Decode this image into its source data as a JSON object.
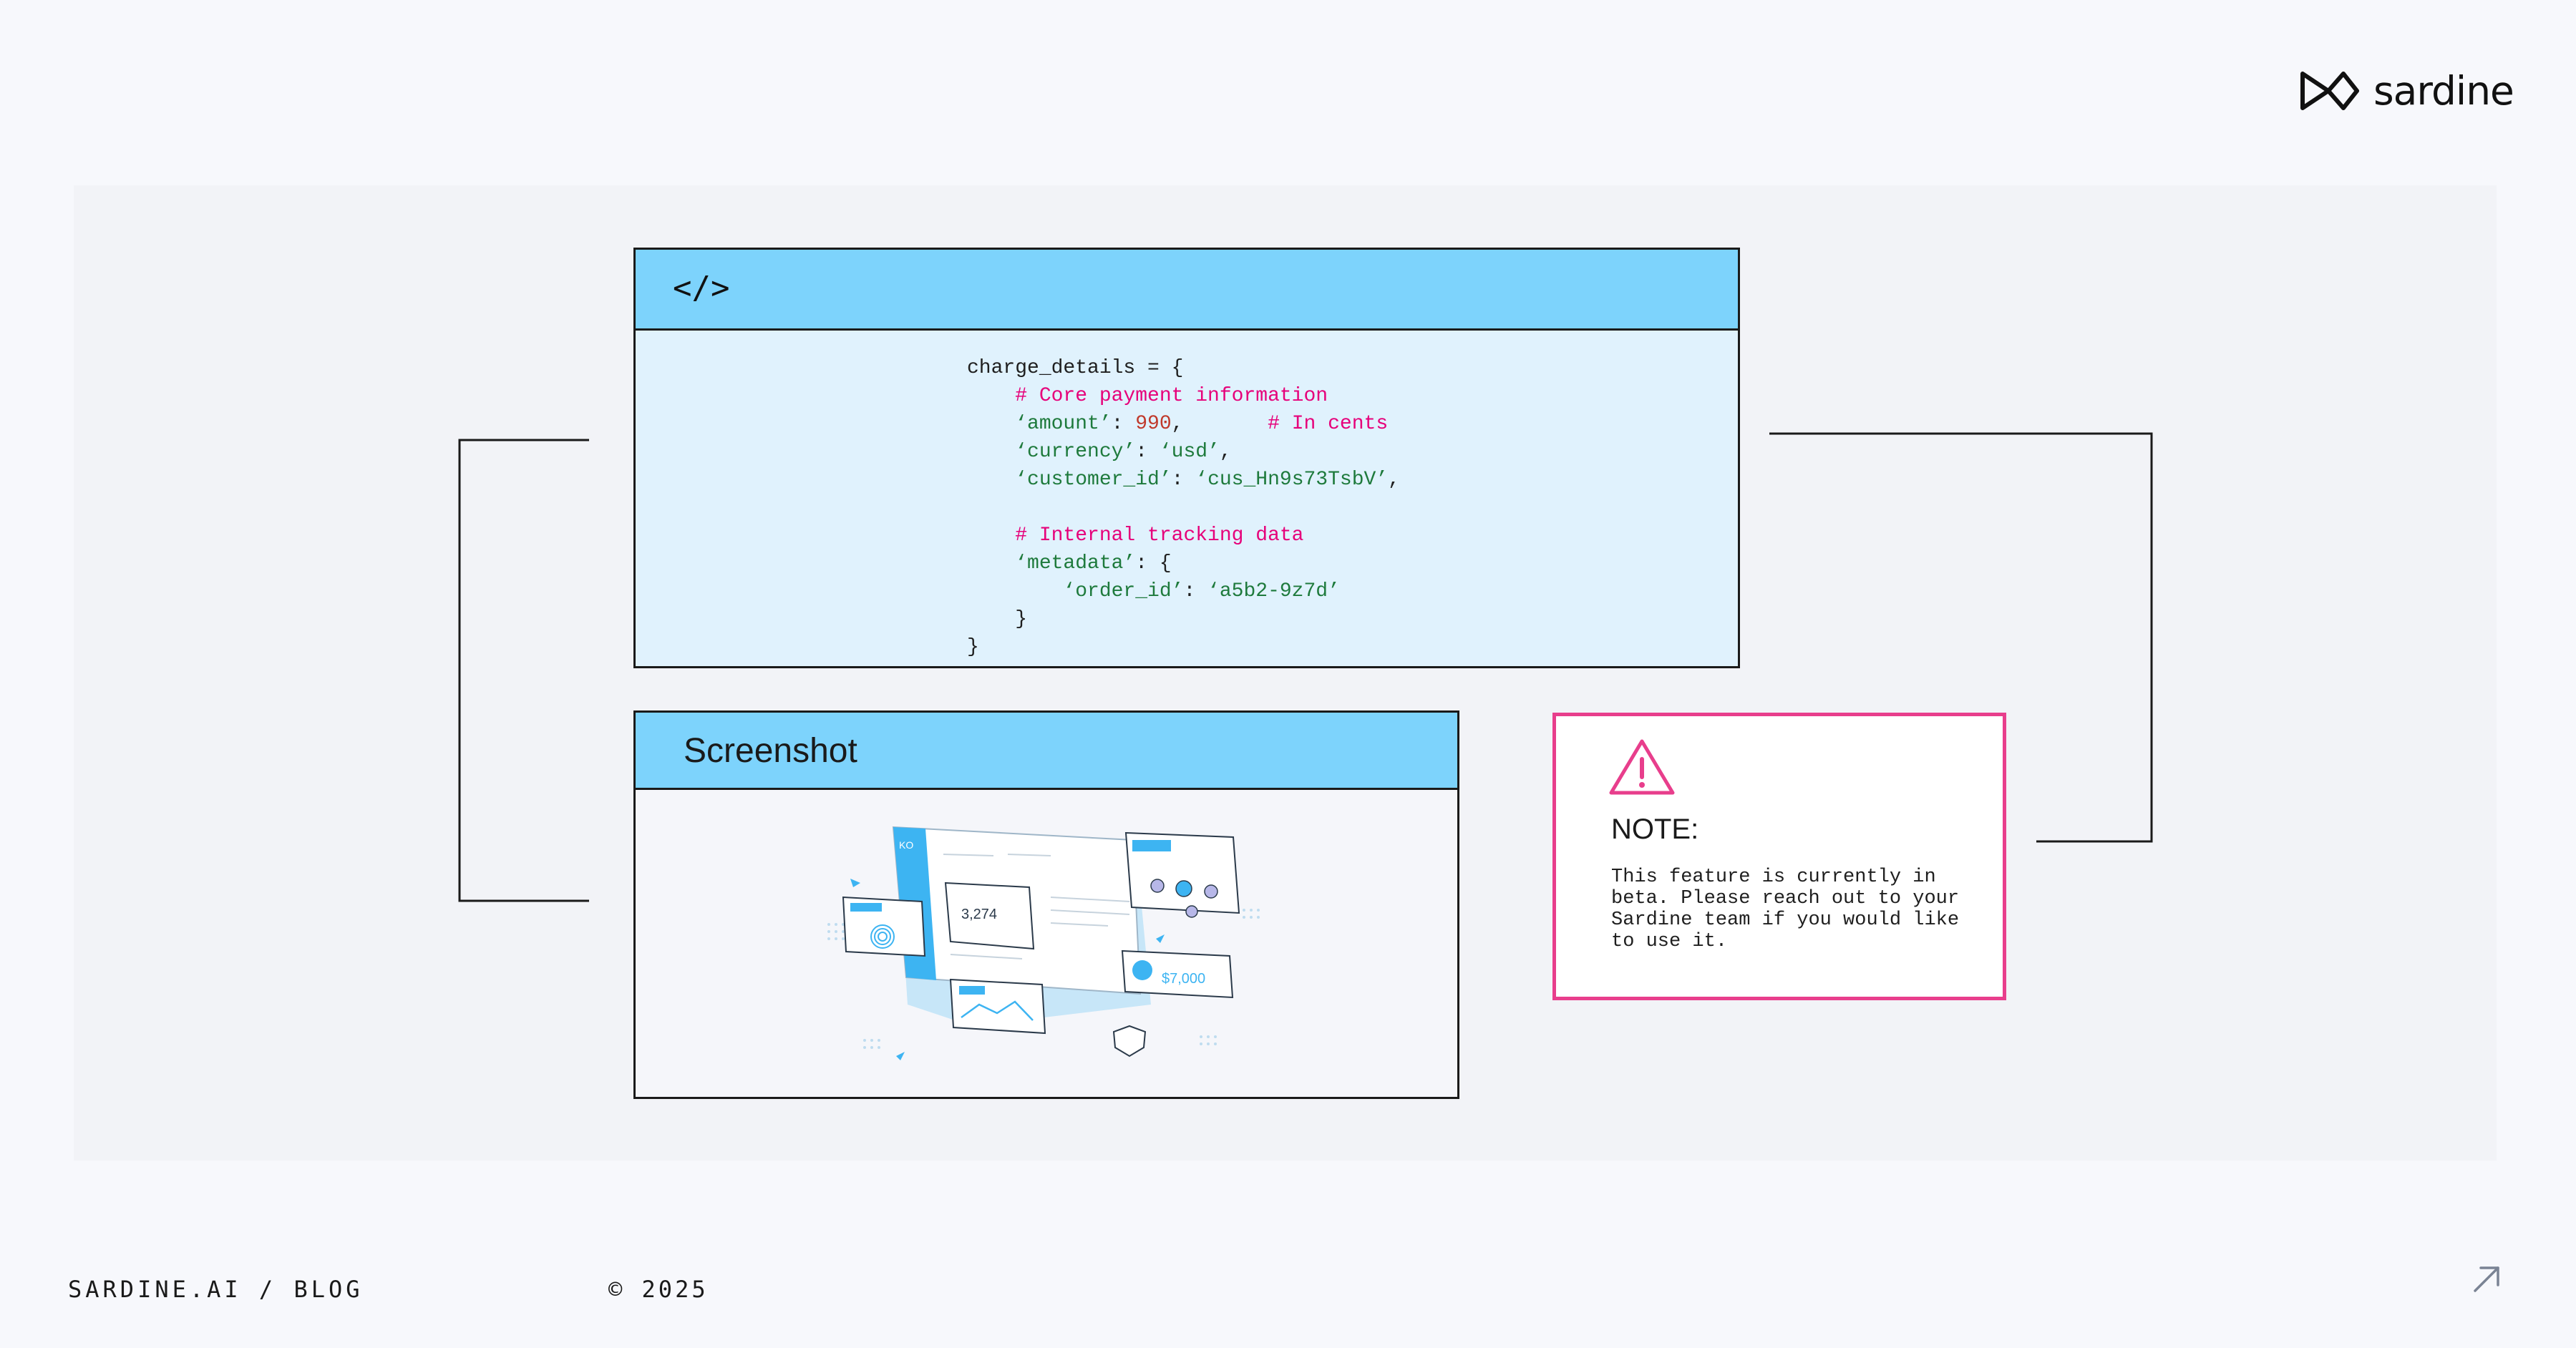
{
  "brand": {
    "name": "sardine",
    "icon": "sardine-logo-mark"
  },
  "code_panel": {
    "icon": "</>",
    "lines": [
      [
        {
          "t": "charge_details = {",
          "c": ""
        }
      ],
      [
        {
          "t": "    # Core payment information",
          "c": "com"
        }
      ],
      [
        {
          "t": "    ‘amount’",
          "c": "str"
        },
        {
          "t": ": ",
          "c": ""
        },
        {
          "t": "990",
          "c": "num"
        },
        {
          "t": ",       ",
          "c": ""
        },
        {
          "t": "# In cents",
          "c": "com"
        }
      ],
      [
        {
          "t": "    ‘currency’",
          "c": "str"
        },
        {
          "t": ": ",
          "c": ""
        },
        {
          "t": "‘usd’",
          "c": "str"
        },
        {
          "t": ",",
          "c": ""
        }
      ],
      [
        {
          "t": "    ‘customer_id’",
          "c": "str"
        },
        {
          "t": ": ",
          "c": ""
        },
        {
          "t": "‘cus_Hn9s73TsbV’",
          "c": "str"
        },
        {
          "t": ",",
          "c": ""
        }
      ],
      [
        {
          "t": "",
          "c": ""
        }
      ],
      [
        {
          "t": "    # Internal tracking data",
          "c": "com"
        }
      ],
      [
        {
          "t": "    ‘metadata’",
          "c": "str"
        },
        {
          "t": ": {",
          "c": ""
        }
      ],
      [
        {
          "t": "        ‘order_id’",
          "c": "str"
        },
        {
          "t": ": ",
          "c": ""
        },
        {
          "t": "‘a5b2-9z7d’",
          "c": "str"
        }
      ],
      [
        {
          "t": "    }",
          "c": ""
        }
      ],
      [
        {
          "t": "}",
          "c": ""
        }
      ]
    ]
  },
  "screenshot_panel": {
    "title": "Screenshot",
    "illustration": {
      "metric": "3,274",
      "amount": "$7,000"
    }
  },
  "note": {
    "icon": "warning-triangle-icon",
    "title": "NOTE:",
    "text": "This feature is currently in beta. Please reach out to your Sardine team if you would like to use it."
  },
  "footer": {
    "site": "SARDINE.AI / BLOG",
    "copyright": "© 2025",
    "link_icon": "arrow-up-right-icon"
  },
  "colors": {
    "page_bg": "#f7f8fc",
    "panel_bg": "#f2f3f7",
    "header_blue": "#7dd3fc",
    "code_bg": "#e0f2fd",
    "note_border": "#e83e8c",
    "comment": "#e6007a",
    "string": "#1e7a3c",
    "number": "#c0392b"
  }
}
